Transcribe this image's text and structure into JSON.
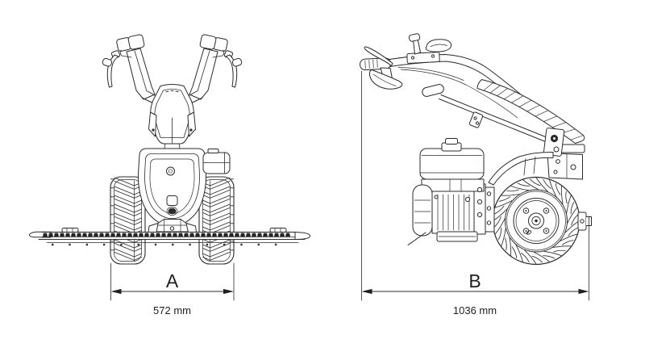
{
  "figure": {
    "background": "#ffffff",
    "line_color": "#2b2b2b",
    "front_view": {
      "name": "front view of two-wheel tractor with cutter bar"
    },
    "side_view": {
      "name": "side view of two-wheel tractor"
    },
    "dimensions": {
      "a": {
        "label": "A",
        "value": "572 mm"
      },
      "b": {
        "label": "B",
        "value": "1036 mm"
      }
    }
  }
}
